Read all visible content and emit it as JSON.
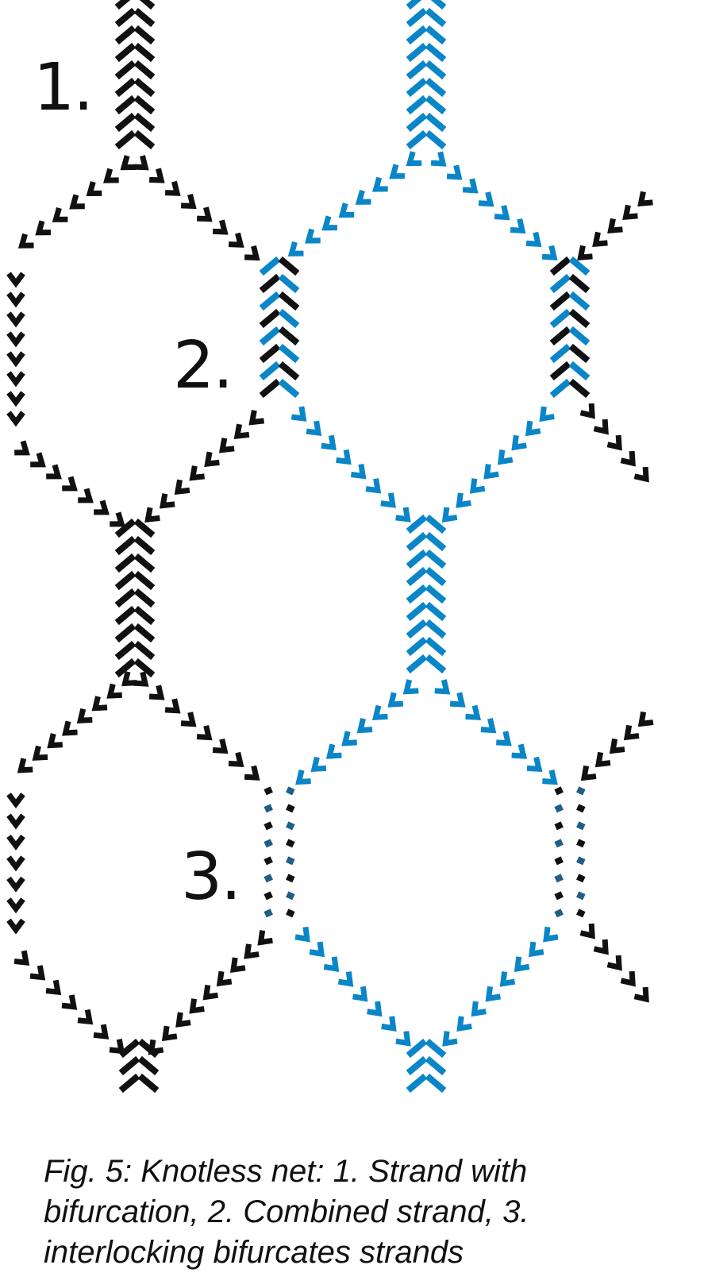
{
  "labels": {
    "one": "1.",
    "two": "2.",
    "three": "3."
  },
  "caption": "Fig. 5: Knotless net: 1. Strand with bifurcation, 2. Combined strand, 3. interlocking bifurcates strands",
  "colors": {
    "black_strand": "#111111",
    "blue_strand": "#0a86c8",
    "background": "#ffffff"
  }
}
